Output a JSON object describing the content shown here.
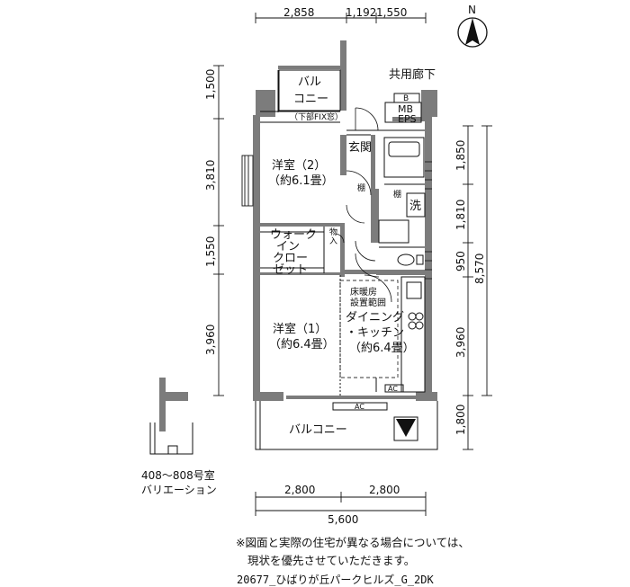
{
  "dimensions": {
    "top": [
      "2,858",
      "1,192",
      "1,550"
    ],
    "left": [
      "1,500",
      "3,810",
      "1,550",
      "3,960"
    ],
    "right": [
      "1,850",
      "1,810",
      "950",
      "3,960",
      "1,800"
    ],
    "right_total": "8,570",
    "bottom": [
      "2,800",
      "2,800"
    ],
    "bottom_total": "5,600"
  },
  "labels": {
    "north": "N",
    "corridor": "共用廊下",
    "balcony_top": [
      "バル",
      "コニー"
    ],
    "fix_window": "（下部FIX窓）",
    "room2": [
      "洋室（2）",
      "（約6.1畳）"
    ],
    "entrance": "玄関",
    "walkin": [
      "ウォーク",
      "イン",
      "クロー",
      "ゼット"
    ],
    "storage": [
      "物",
      "入"
    ],
    "room1": [
      "洋室（1）",
      "（約6.4畳）"
    ],
    "floor_heating": [
      "床暖房",
      "設置範囲"
    ],
    "dining": [
      "ダイニング",
      "・キッチン",
      "（約6.4畳）"
    ],
    "balcony_bottom": "バルコニー",
    "wash": "洗",
    "shelf": "棚",
    "mb_b": "B",
    "mb": "MB",
    "eps": "EPS",
    "ac": "AC"
  },
  "variation": [
    "408～808号室",
    "バリエーション"
  ],
  "note": [
    "※図面と実際の住宅が異なる場合については、",
    "現状を優先させていただきます。"
  ],
  "footer": "20677_ひばりが丘パークヒルズ_G_2DK"
}
